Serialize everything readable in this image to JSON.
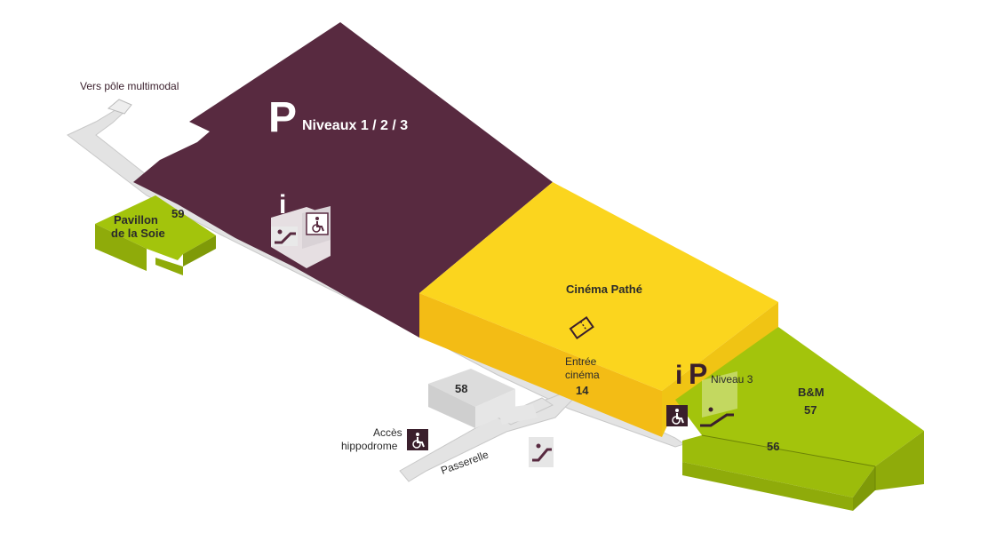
{
  "colors": {
    "parking": "#582a40",
    "cinema_top": "#fbd51e",
    "cinema_front": "#f3bc15",
    "green_top": "#a3c40c",
    "green_front": "#8fab0a",
    "walkway": "#e3e3e3",
    "walkway_edge": "#c8c8c8",
    "building_gray": "#dcdcdc",
    "text_dark": "#3a1f2c",
    "icon_dark": "#582a40"
  },
  "labels": {
    "vers_pole": "Vers pôle multimodal",
    "parking_letter": "P",
    "parking_levels": "Niveaux 1 / 2 / 3",
    "info_letter": "i",
    "pavillon_line1": "Pavillon",
    "pavillon_line2": "de la Soie",
    "pavillon_num": "59",
    "cinema_name": "Cinéma Pathé",
    "entree_line1": "Entrée",
    "entree_line2": "cinéma",
    "cinema_num": "14",
    "info2_letter": "i",
    "parking2_letter": "P",
    "niveau3": "Niveau 3",
    "bm_name": "B&M",
    "bm_num": "57",
    "num_56": "56",
    "num_58": "58",
    "acces_line1": "Accès",
    "acces_line2": "hippodrome",
    "passerelle": "Passerelle"
  },
  "icons": {
    "wheelchair": "wheelchair-icon",
    "escalator": "escalator-icon",
    "ticket": "ticket-icon",
    "arrow": "arrow-icon"
  }
}
